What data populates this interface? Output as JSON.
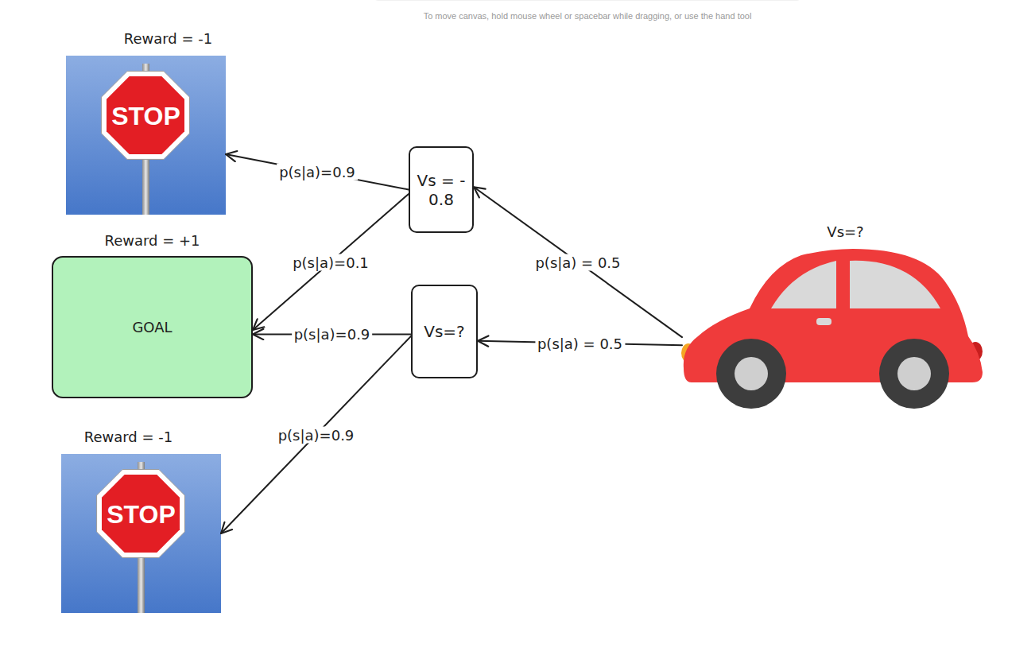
{
  "diagram": {
    "nodes": [
      {
        "text": [
          "Reward = -1",
          "STOP"
        ]
      },
      {
        "text": [
          "Reward = +1",
          "GOAL"
        ]
      },
      {
        "text": [
          "Reward = -1",
          "STOP"
        ]
      },
      {
        "text": [
          "Vs = - 0.8"
        ]
      },
      {
        "text": [
          "Vs=?"
        ]
      },
      {
        "text": [
          "Vs=?"
        ]
      }
    ],
    "edges": [
      {
        "from": 5,
        "to": 3,
        "label": "p(s|a) = 0.5",
        "arrow": "to"
      },
      {
        "from": 5,
        "to": 4,
        "label": "p(s|a) = 0.5",
        "arrow": "to"
      },
      {
        "from": 3,
        "to": 0,
        "label": "p(s|a)=0.9",
        "arrow": "to"
      },
      {
        "from": 3,
        "to": 1,
        "label": "p(s|a)=0.1",
        "arrow": "to"
      },
      {
        "from": 4,
        "to": 1,
        "label": "p(s|a)=0.9",
        "arrow": "to"
      },
      {
        "from": 4,
        "to": 2,
        "label": "p(s|a)=0.9",
        "arrow": "to"
      }
    ],
    "labels": [
      "To move canvas, hold mouse wheel or spacebar while dragging, or use the hand tool"
    ]
  }
}
